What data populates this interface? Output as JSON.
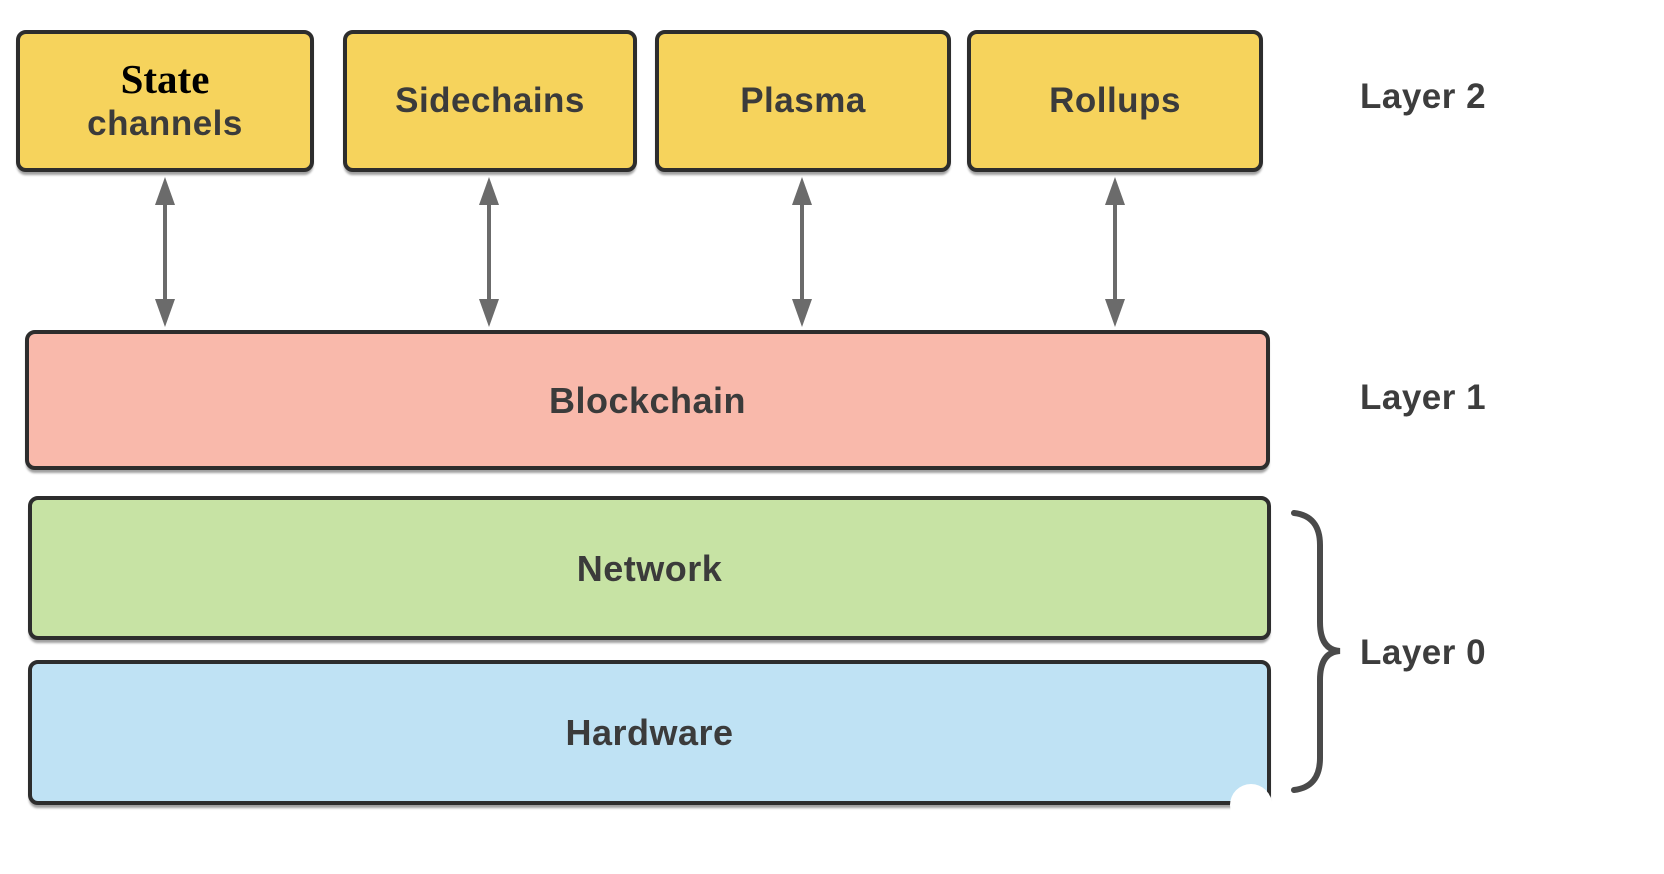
{
  "diagram": {
    "type": "blockchain-layer-architecture",
    "layer2": {
      "label": "Layer 2",
      "boxes": [
        {
          "serif_word": "State",
          "label": "channels"
        },
        {
          "label": "Sidechains"
        },
        {
          "label": "Plasma"
        },
        {
          "label": "Rollups"
        }
      ]
    },
    "layer1": {
      "label": "Layer 1",
      "box_label": "Blockchain"
    },
    "layer0": {
      "label": "Layer 0",
      "boxes": [
        {
          "label": "Network"
        },
        {
          "label": "Hardware"
        }
      ]
    },
    "connectors": {
      "count": 4,
      "style": "double-headed-vertical-arrow"
    },
    "colors": {
      "layer2_box_fill": "#f6d35c",
      "layer1_box_fill": "#f9b9ab",
      "network_box_fill": "#c7e3a4",
      "hardware_box_fill": "#bfe2f4",
      "box_border": "#2d2d2d",
      "box_text": "#3b3b3b",
      "serif_text": "#000000",
      "layer_label_text": "#3d3d3d",
      "arrow": "#6b6b6b",
      "brace": "#4a4a4a",
      "background": "#ffffff"
    }
  }
}
